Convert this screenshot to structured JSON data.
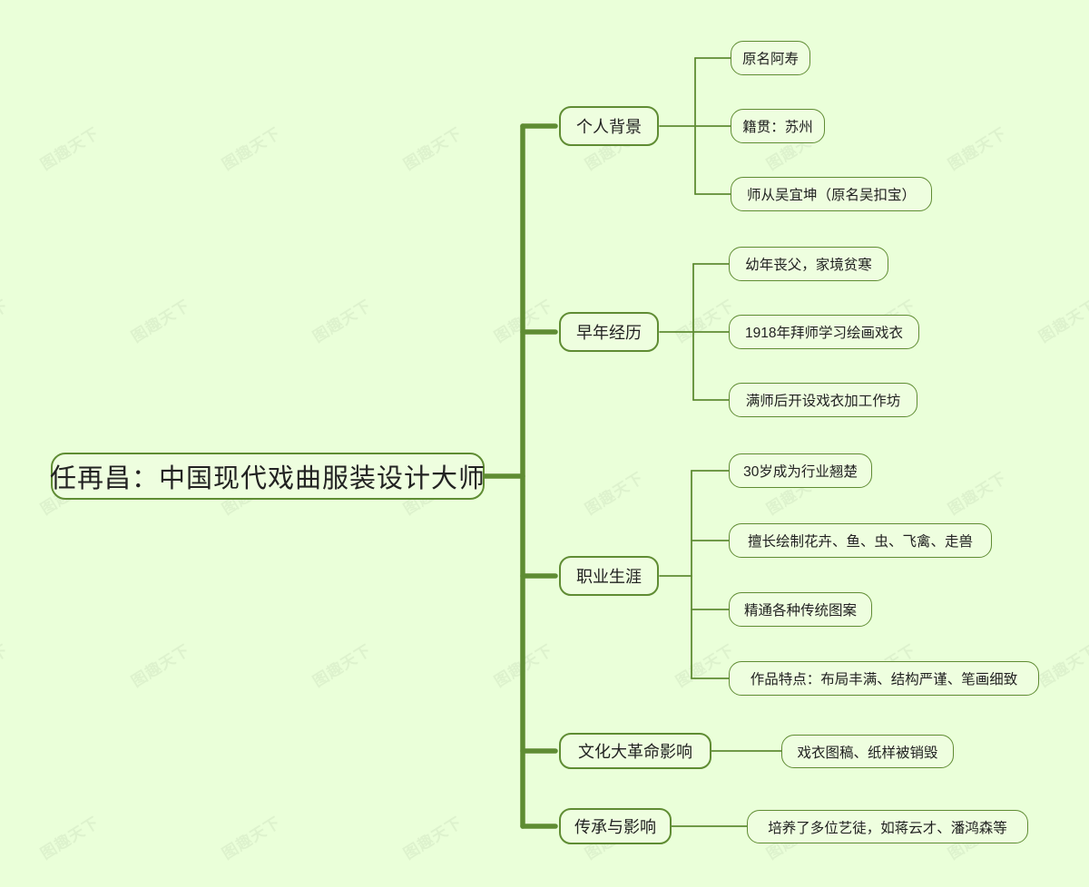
{
  "diagram": {
    "type": "mindmap",
    "title": "任再昌：中国现代戏曲服装设计大师",
    "orientation": "left-to-right",
    "background_color": "#eaffd9",
    "line_color": "#5f8c33",
    "node_fill_color": "#eefedf",
    "node_border_color": "#5f8c33",
    "text_color": "#222222",
    "watermark_text": "图趣天下"
  },
  "root": {
    "label": "任再昌：中国现代戏曲服装设计大师"
  },
  "branches": [
    {
      "label": "个人背景",
      "children": [
        {
          "label": "原名阿寿"
        },
        {
          "label": "籍贯：苏州"
        },
        {
          "label": "师从吴宜坤（原名吴扣宝）"
        }
      ]
    },
    {
      "label": "早年经历",
      "children": [
        {
          "label": "幼年丧父，家境贫寒"
        },
        {
          "label": "1918年拜师学习绘画戏衣"
        },
        {
          "label": "满师后开设戏衣加工作坊"
        }
      ]
    },
    {
      "label": "职业生涯",
      "children": [
        {
          "label": "30岁成为行业翘楚"
        },
        {
          "label": "擅长绘制花卉、鱼、虫、飞禽、走兽"
        },
        {
          "label": "精通各种传统图案"
        },
        {
          "label": "作品特点：布局丰满、结构严谨、笔画细致"
        }
      ]
    },
    {
      "label": "文化大革命影响",
      "children": [
        {
          "label": "戏衣图稿、纸样被销毁"
        }
      ]
    },
    {
      "label": "传承与影响",
      "children": [
        {
          "label": "培养了多位艺徒，如蒋云才、潘鸿森等"
        }
      ]
    }
  ]
}
